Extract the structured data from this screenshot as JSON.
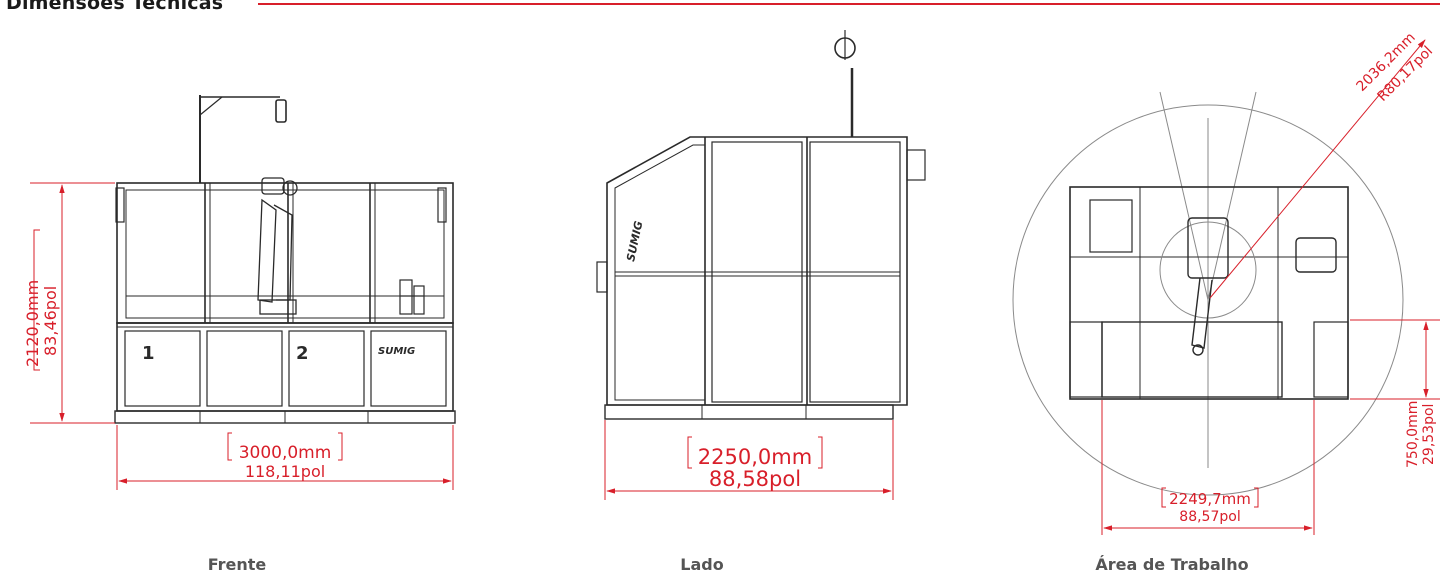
{
  "header": {
    "title": "Dimensões Técnicas"
  },
  "colors": {
    "accent": "#d81f2a",
    "line": "#2a2a2a",
    "caption": "#555555"
  },
  "views": {
    "front": {
      "caption": "Frente",
      "height_mm": "2120,0mm",
      "height_in": "83,46pol",
      "width_mm": "3000,0mm",
      "width_in": "118,11pol",
      "station_1": "1",
      "station_2": "2",
      "brand": "SUMIG"
    },
    "side": {
      "caption": "Lado",
      "width_mm": "2250,0mm",
      "width_in": "88,58pol",
      "brand": "SUMIG"
    },
    "work_area": {
      "caption": "Área de Trabalho",
      "radius_mm": "2036,2mm",
      "radius_in": "R80,17pol",
      "width_mm": "2249,7mm",
      "width_in": "88,57pol",
      "depth_mm": "750,0mm",
      "depth_in": "29,53pol"
    }
  }
}
